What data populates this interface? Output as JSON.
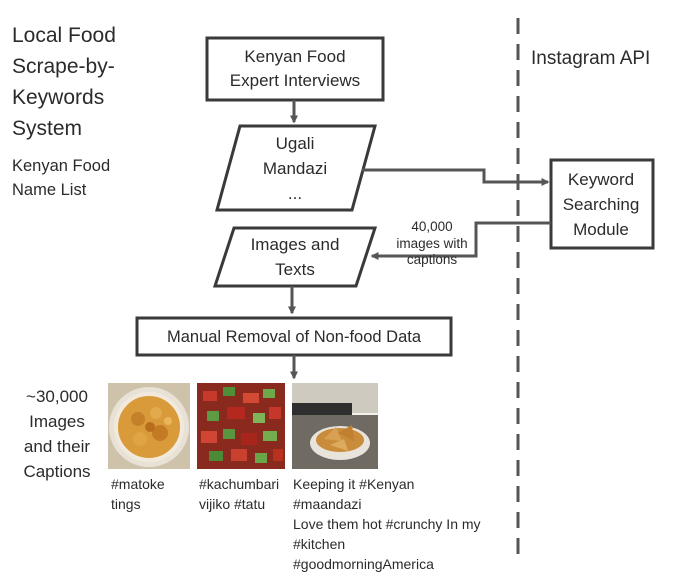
{
  "title_lines": [
    "Local Food",
    "Scrape-by-",
    "Keywords",
    "System"
  ],
  "subtitle_lines": [
    "Kenyan Food",
    "Name List"
  ],
  "api_label": "Instagram API",
  "nodes": {
    "interviews": [
      "Kenyan Food",
      "Expert Interviews"
    ],
    "food_list": [
      "Ugali",
      "Mandazi",
      "..."
    ],
    "keyword_module": [
      "Keyword",
      "Searching",
      "Module"
    ],
    "images_texts": [
      "Images and",
      "Texts"
    ],
    "manual_removal": "Manual Removal of Non-food Data"
  },
  "edge_label": [
    "40,000",
    "images with",
    "captions"
  ],
  "result_label": [
    "~30,000",
    "Images",
    "and their",
    "Captions"
  ],
  "examples": [
    {
      "caption": [
        "#matoke",
        "tings"
      ]
    },
    {
      "caption": [
        "#kachumbari",
        "vijiko #tatu"
      ]
    },
    {
      "caption": [
        "Keeping it #Kenyan",
        "#maandazi",
        "Love them hot #crunchy In my",
        "#kitchen",
        "#goodmorningAmerica"
      ]
    }
  ]
}
